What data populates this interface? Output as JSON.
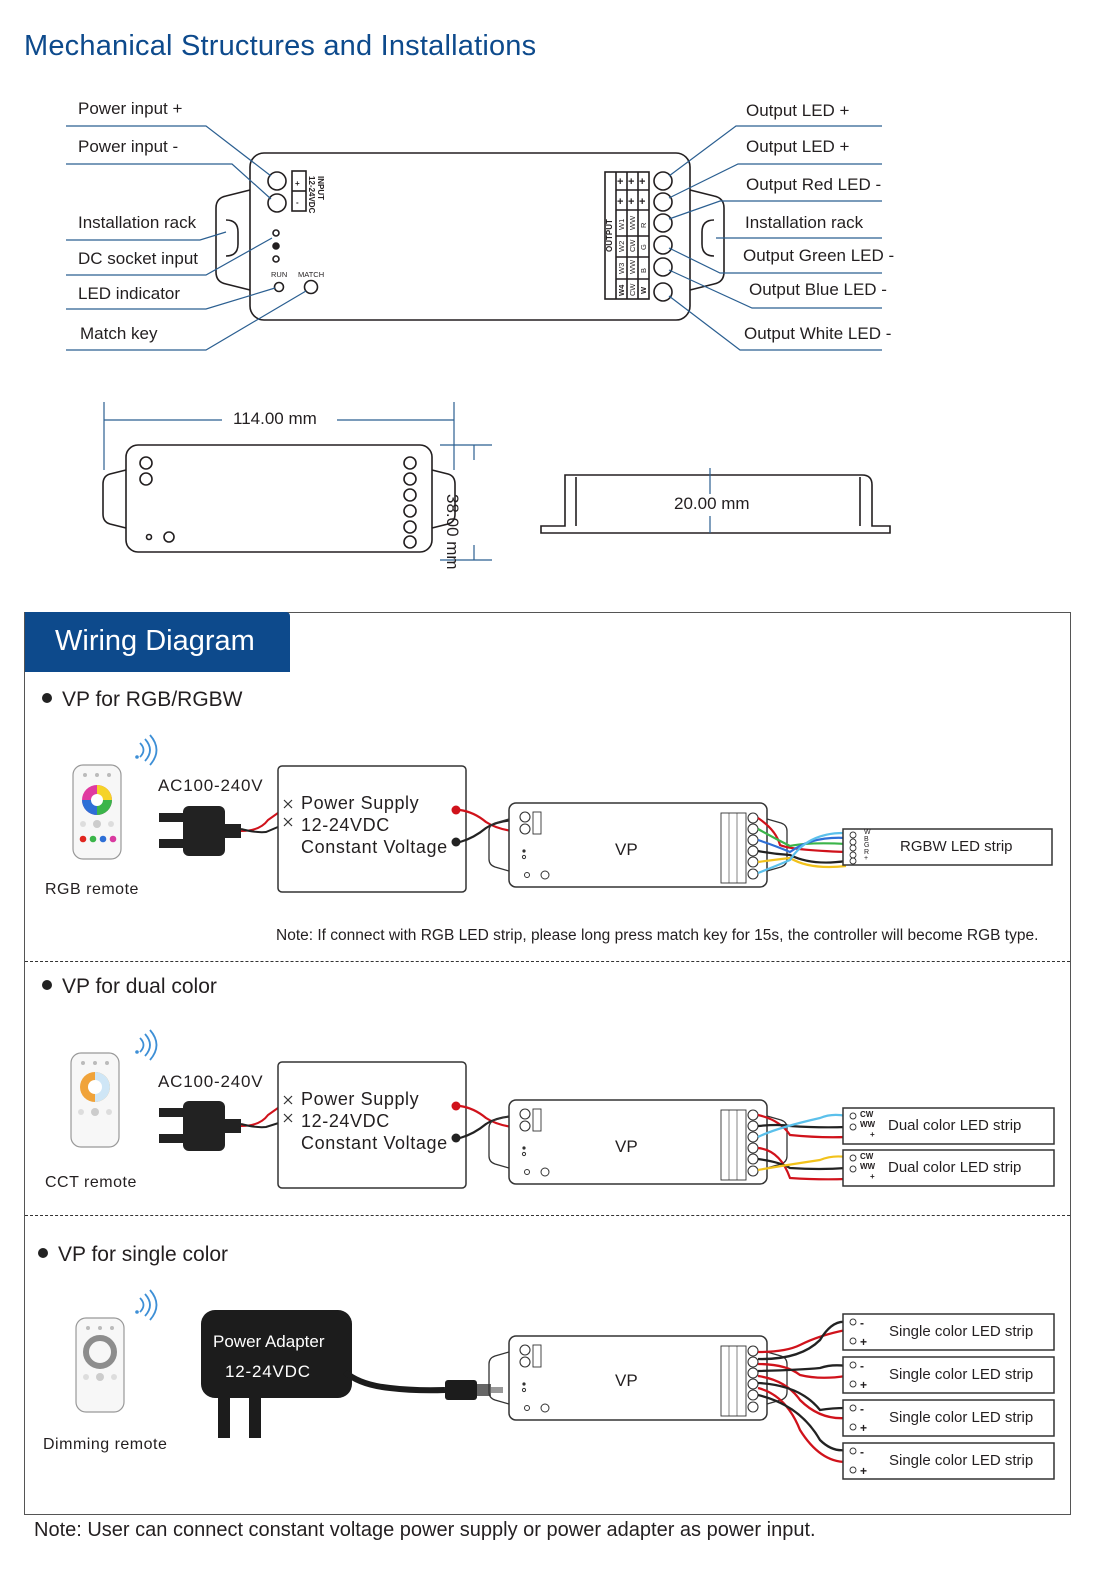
{
  "page_title": "Mechanical Structures and Installations",
  "mechanical": {
    "left_labels": [
      "Power input +",
      "Power input -",
      "Installation rack",
      "DC socket input",
      "LED indicator",
      "Match key"
    ],
    "right_labels": [
      "Output LED +",
      "Output LED +",
      "Output Red LED -",
      "Installation rack",
      "Output Green LED -",
      "Output Blue LED -",
      "Output White LED -"
    ],
    "device_text": {
      "input": "INPUT",
      "voltage": "12-24VDC",
      "plus": "+",
      "minus": "-",
      "run": "RUN",
      "match": "MATCH",
      "output": "OUTPUT",
      "output_cols": [
        "W4",
        "W3",
        "W2",
        "W1"
      ],
      "output_cols_b": [
        "CW",
        "WW",
        "CW",
        "WW"
      ],
      "output_cols_c": [
        "W",
        "B",
        "G",
        "R"
      ]
    }
  },
  "dimensions": {
    "length": "114.00 mm",
    "width": "38.00 mm",
    "height": "20.00 mm"
  },
  "wiring": {
    "section_title": "Wiring Diagram",
    "sections": [
      {
        "title": "VP for RGB/RGBW",
        "remote": "RGB remote",
        "ac": "AC100-240V",
        "power_lines": [
          "Power Supply",
          "12-24VDC",
          "Constant Voltage"
        ],
        "device": "VP",
        "strips": [
          "RGBW LED strip"
        ],
        "strip_pins": [
          "W",
          "B",
          "G",
          "R",
          "+"
        ],
        "note": "Note: If connect with RGB LED strip, please long press match key for 15s, the controller will become RGB type."
      },
      {
        "title": "VP for dual color",
        "remote": "CCT remote",
        "ac": "AC100-240V",
        "power_lines": [
          "Power Supply",
          "12-24VDC",
          "Constant Voltage"
        ],
        "device": "VP",
        "strips": [
          "Dual color LED strip",
          "Dual color LED strip"
        ],
        "strip_pins": [
          "CW",
          "WW",
          "+"
        ]
      },
      {
        "title": "VP for single color",
        "remote": "Dimming remote",
        "adapter_lines": [
          "Power Adapter",
          "12-24VDC"
        ],
        "device": "VP",
        "strips": [
          "Single color LED strip",
          "Single color LED strip",
          "Single color LED strip",
          "Single color LED strip"
        ],
        "strip_pins": [
          "-",
          "+"
        ]
      }
    ],
    "bottom_note": "Note: User can connect constant voltage power supply or power adapter as power input."
  },
  "colors": {
    "brand_blue": "#0d4a8c",
    "wire_red": "#d0121b",
    "wire_green": "#3bb54a",
    "wire_blue": "#2e6fd6",
    "wire_yellow": "#f2c21b",
    "wire_lightblue": "#5bc0eb",
    "wifi_blue": "#3d8fd6"
  }
}
